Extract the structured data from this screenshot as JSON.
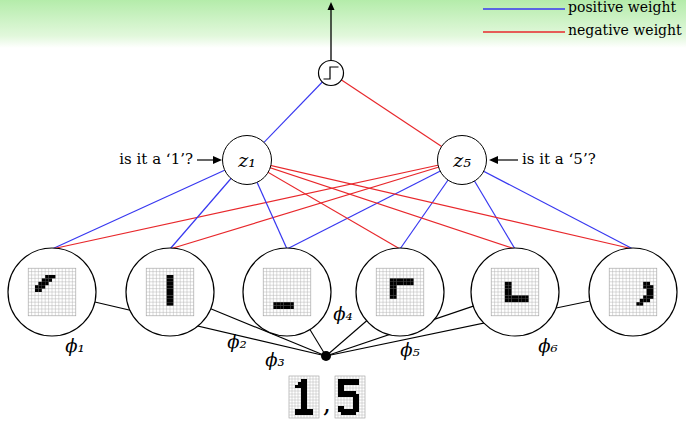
{
  "diagram": {
    "nodes": [
      {
        "text": [
          "z₁"
        ]
      },
      {
        "text": [
          "z₅"
        ]
      }
    ],
    "labels": [
      "is it a ‘1’?",
      "is it a ‘5’?",
      "ϕ₁",
      "ϕ₂",
      "ϕ₃",
      "ϕ₄",
      "ϕ₅",
      "ϕ₆",
      ","
    ],
    "legend": [
      {
        "text": "positive weight"
      },
      {
        "text": "negative weight"
      }
    ]
  }
}
